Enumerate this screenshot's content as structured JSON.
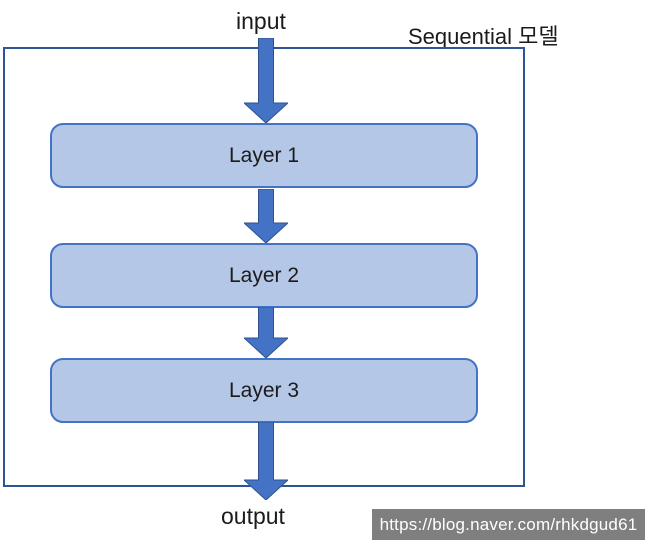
{
  "title": "Sequential 모델",
  "labels": {
    "input": "input",
    "output": "output"
  },
  "layers": [
    {
      "label": "Layer 1"
    },
    {
      "label": "Layer 2"
    },
    {
      "label": "Layer 3"
    }
  ],
  "flow": [
    "input",
    "Layer 1",
    "Layer 2",
    "Layer 3",
    "output"
  ],
  "watermark": {
    "url": "https://blog.naver.com/rhkdgud61"
  },
  "icons": {
    "connector": "down-block-arrow-icon"
  },
  "colors": {
    "arrow_fill": "#4472C4",
    "arrow_stroke": "#2F528F",
    "layer_fill": "#B4C7E7",
    "layer_stroke": "#4472C4",
    "frame_stroke": "#2F5496",
    "watermark_bg": "#7F7F7F",
    "watermark_text": "#FFFFFF",
    "text": "#1B1B1B"
  }
}
